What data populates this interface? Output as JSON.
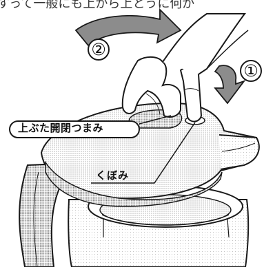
{
  "illustration": {
    "labels": {
      "lid_knob": "上ぶた開閉つまみ",
      "dent": "くぼみ"
    },
    "steps": {
      "step1": "①",
      "step2": "②"
    },
    "colors": {
      "line": "#1a1a1a",
      "stipple": "#9a9a9a",
      "arrow_fill": "#8c8c8c",
      "background": "#ffffff"
    }
  }
}
